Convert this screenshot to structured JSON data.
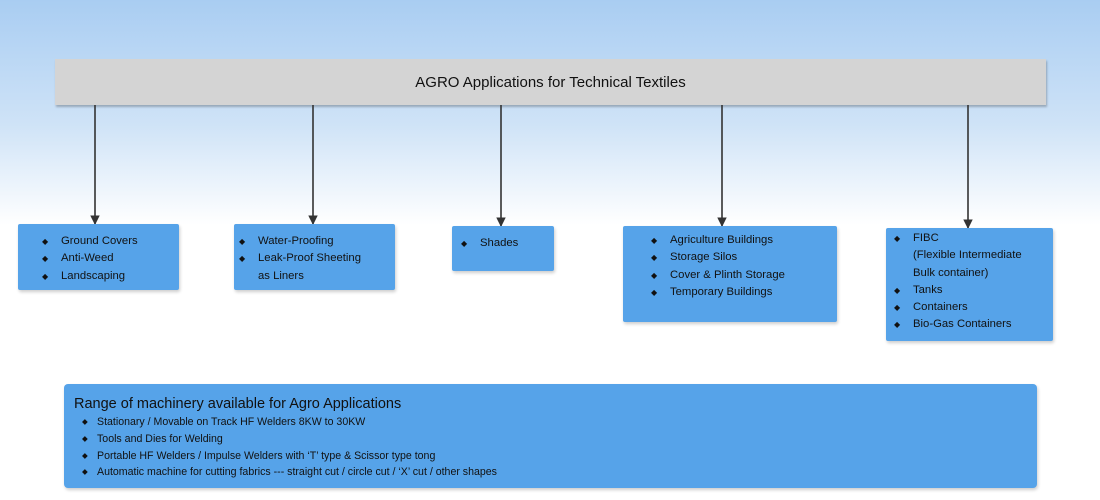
{
  "title": "AGRO Applications for Technical Textiles",
  "bullet_glyph": "◆",
  "categories": [
    {
      "items": [
        "Ground Covers",
        "Anti-Weed",
        "Landscaping"
      ]
    },
    {
      "items": [
        "Water-Proofing",
        "Leak-Proof Sheeting",
        "as Liners"
      ]
    },
    {
      "items": [
        "Shades"
      ]
    },
    {
      "items": [
        "Agriculture Buildings",
        "Storage Silos",
        "Cover & Plinth Storage",
        "Temporary Buildings"
      ]
    },
    {
      "items": [
        "FIBC",
        "(Flexible Intermediate",
        "Bulk container)",
        "Tanks",
        "Containers",
        "Bio-Gas Containers"
      ]
    }
  ],
  "machinery": {
    "title": "Range of  machinery  available for Agro Applications",
    "items": [
      "Stationary / Movable on Track HF Welders 8KW to 30KW",
      "Tools and Dies for  Welding",
      "Portable HF Welders / Impulse Welders with ‘T’  type & Scissor type tong",
      "Automatic machine for  cutting fabrics --- straight cut / circle cut / ‘X’ cut / other shapes"
    ]
  },
  "colors": {
    "box_fill": "#56a3e9",
    "title_fill": "#d4d4d4",
    "connector": "#333333"
  }
}
